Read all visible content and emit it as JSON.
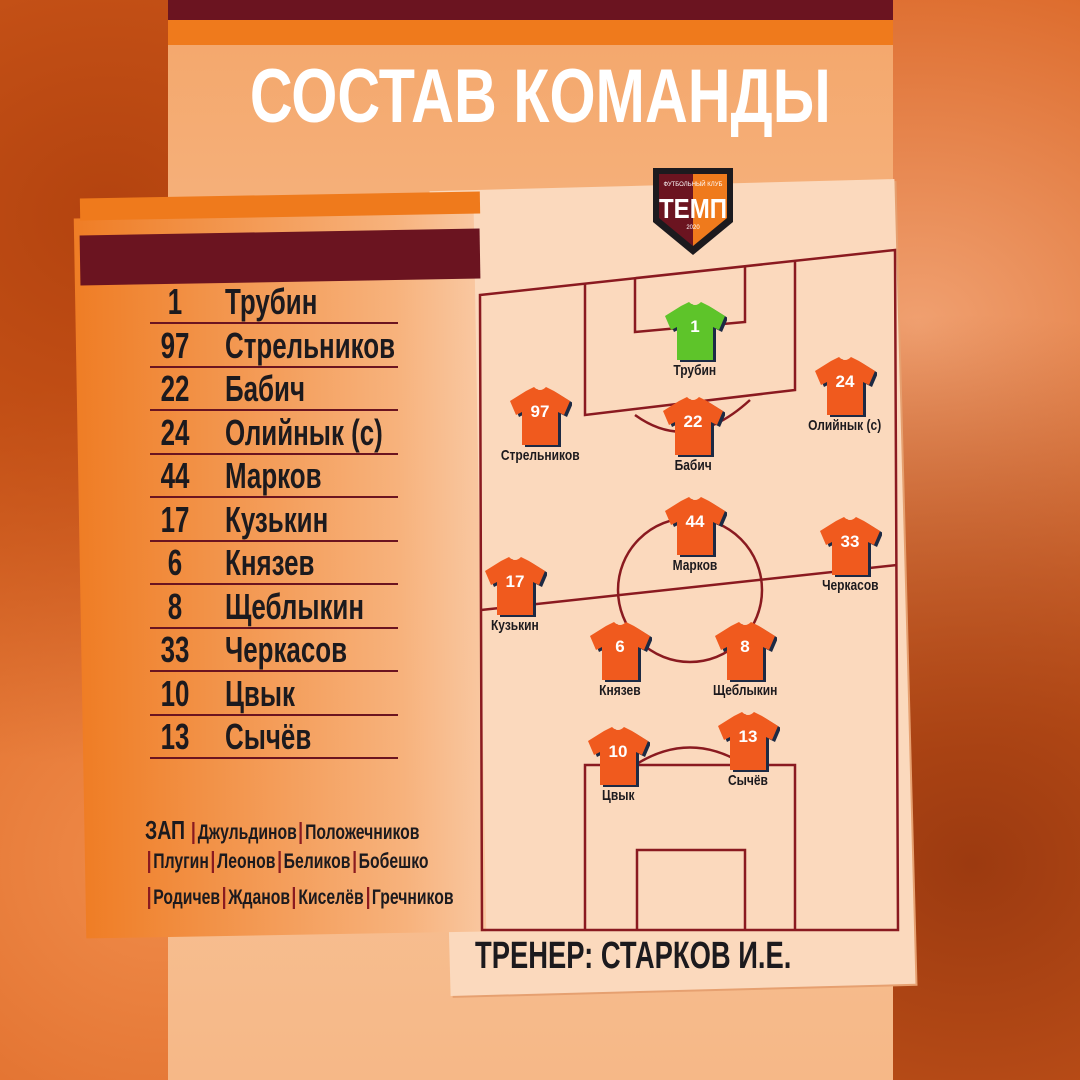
{
  "title": "СОСТАВ КОМАНДЫ",
  "logo": {
    "top": "ФУТБОЛЬНЫЙ КЛУБ",
    "name": "ТЕМП",
    "year": "2020"
  },
  "colors": {
    "maroon": "#6b1420",
    "orange": "#ef7a1c",
    "shirt": "#f05a1e",
    "goalkeeper": "#5ec42a"
  },
  "lineup": [
    {
      "number": "1",
      "name": "Трубин"
    },
    {
      "number": "97",
      "name": "Стрельников"
    },
    {
      "number": "22",
      "name": "Бабич"
    },
    {
      "number": "24",
      "name": "Олийнык (с)"
    },
    {
      "number": "44",
      "name": "Марков"
    },
    {
      "number": "17",
      "name": "Кузькин"
    },
    {
      "number": "6",
      "name": "Князев"
    },
    {
      "number": "8",
      "name": "Щеблыкин"
    },
    {
      "number": "33",
      "name": "Черкасов"
    },
    {
      "number": "10",
      "name": "Цвык"
    },
    {
      "number": "13",
      "name": "Сычёв"
    }
  ],
  "subs_label": "ЗАП",
  "subs": [
    "Джульдинов",
    "Положечников",
    "Плугин",
    "Леонов",
    "Беликов",
    "Бобешко",
    "Родичев",
    "Жданов",
    "Киселёв",
    "Гречников"
  ],
  "field": [
    {
      "number": "1",
      "name": "Трубин"
    },
    {
      "number": "97",
      "name": "Стрельников"
    },
    {
      "number": "22",
      "name": "Бабич"
    },
    {
      "number": "24",
      "name": "Олийнык (с)"
    },
    {
      "number": "44",
      "name": "Марков"
    },
    {
      "number": "17",
      "name": "Кузькин"
    },
    {
      "number": "33",
      "name": "Черкасов"
    },
    {
      "number": "6",
      "name": "Князев"
    },
    {
      "number": "8",
      "name": "Щеблыкин"
    },
    {
      "number": "10",
      "name": "Цвык"
    },
    {
      "number": "13",
      "name": "Сычёв"
    }
  ],
  "coach": "ТРЕНЕР: СТАРКОВ И.Е."
}
